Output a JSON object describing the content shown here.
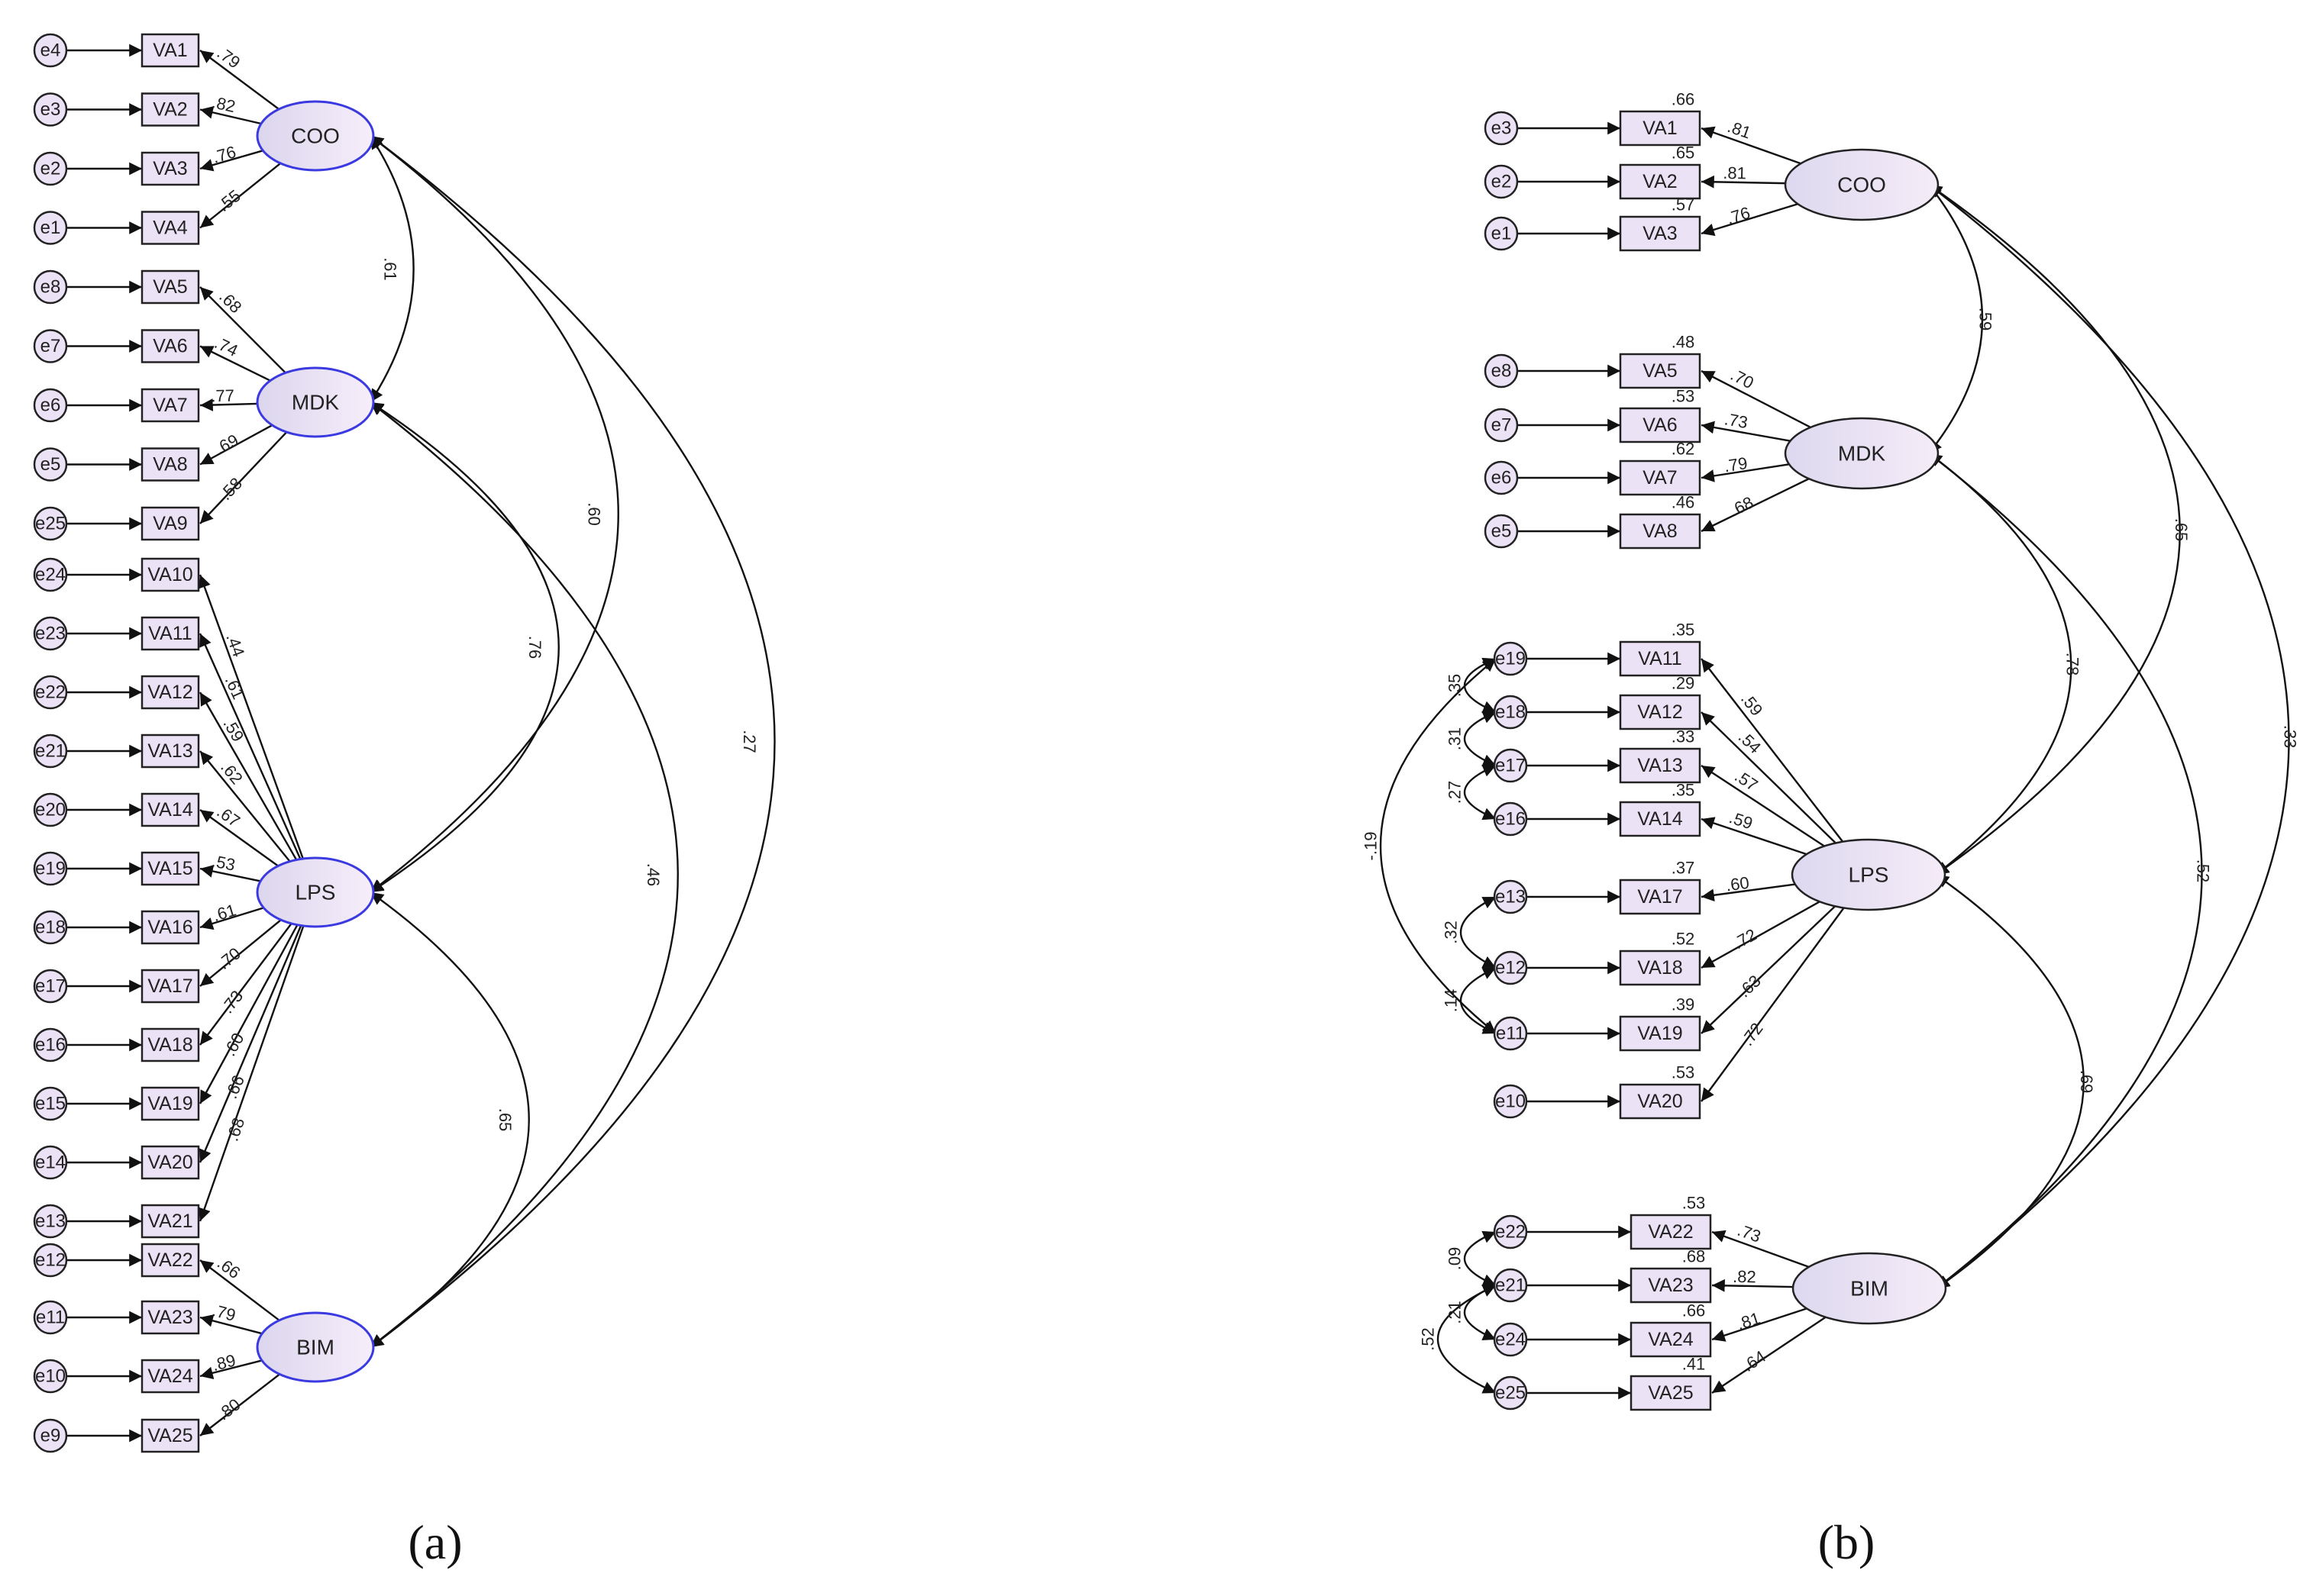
{
  "captions": {
    "a": "(a)",
    "b": "(b)"
  },
  "colors": {
    "fill": "#ece2f5",
    "latent_outline_a": "#3a3ae0",
    "line": "#111111"
  },
  "model_a": {
    "latents": [
      {
        "id": "COO",
        "label": "COO",
        "indicators": [
          {
            "name": "VA1",
            "error": "e4",
            "loading": ".79"
          },
          {
            "name": "VA2",
            "error": "e3",
            "loading": ".82"
          },
          {
            "name": "VA3",
            "error": "e2",
            "loading": ".76"
          },
          {
            "name": "VA4",
            "error": "e1",
            "loading": ".55"
          }
        ]
      },
      {
        "id": "MDK",
        "label": "MDK",
        "indicators": [
          {
            "name": "VA5",
            "error": "e8",
            "loading": ".68"
          },
          {
            "name": "VA6",
            "error": "e7",
            "loading": ".74"
          },
          {
            "name": "VA7",
            "error": "e6",
            "loading": ".77"
          },
          {
            "name": "VA8",
            "error": "e5",
            "loading": ".69"
          },
          {
            "name": "VA9",
            "error": "e25",
            "loading": ".58"
          }
        ]
      },
      {
        "id": "LPS",
        "label": "LPS",
        "indicators": [
          {
            "name": "VA10",
            "error": "e24",
            "loading": ".44"
          },
          {
            "name": "VA11",
            "error": "e23",
            "loading": ".61"
          },
          {
            "name": "VA12",
            "error": "e22",
            "loading": ".59"
          },
          {
            "name": "VA13",
            "error": "e21",
            "loading": ".62"
          },
          {
            "name": "VA14",
            "error": "e20",
            "loading": ".67"
          },
          {
            "name": "VA15",
            "error": "e19",
            "loading": ".53"
          },
          {
            "name": "VA16",
            "error": "e18",
            "loading": ".61"
          },
          {
            "name": "VA17",
            "error": "e17",
            "loading": ".70"
          },
          {
            "name": "VA18",
            "error": "e16",
            "loading": ".73"
          },
          {
            "name": "VA19",
            "error": "e15",
            "loading": ".60"
          },
          {
            "name": "VA20",
            "error": "e14",
            "loading": ".66"
          },
          {
            "name": "VA21",
            "error": "e13",
            "loading": ".68"
          }
        ]
      },
      {
        "id": "BIM",
        "label": "BIM",
        "indicators": [
          {
            "name": "VA22",
            "error": "e12",
            "loading": ".66"
          },
          {
            "name": "VA23",
            "error": "e11",
            "loading": ".79"
          },
          {
            "name": "VA24",
            "error": "e10",
            "loading": ".89"
          },
          {
            "name": "VA25",
            "error": "e9",
            "loading": ".80"
          }
        ]
      }
    ],
    "covariances": [
      {
        "from": "COO",
        "to": "MDK",
        "value": ".61"
      },
      {
        "from": "COO",
        "to": "LPS",
        "value": ".60"
      },
      {
        "from": "COO",
        "to": "BIM",
        "value": ".27"
      },
      {
        "from": "MDK",
        "to": "LPS",
        "value": ".76"
      },
      {
        "from": "MDK",
        "to": "BIM",
        "value": ".46"
      },
      {
        "from": "LPS",
        "to": "BIM",
        "value": ".65"
      }
    ]
  },
  "model_b": {
    "latents": [
      {
        "id": "COO",
        "label": "COO",
        "indicators": [
          {
            "name": "VA1",
            "error": "e3",
            "loading": ".81",
            "r2": ".66"
          },
          {
            "name": "VA2",
            "error": "e2",
            "loading": ".81",
            "r2": ".65"
          },
          {
            "name": "VA3",
            "error": "e1",
            "loading": ".76",
            "r2": ".57"
          }
        ]
      },
      {
        "id": "MDK",
        "label": "MDK",
        "indicators": [
          {
            "name": "VA5",
            "error": "e8",
            "loading": ".70",
            "r2": ".48"
          },
          {
            "name": "VA6",
            "error": "e7",
            "loading": ".73",
            "r2": ".53"
          },
          {
            "name": "VA7",
            "error": "e6",
            "loading": ".79",
            "r2": ".62"
          },
          {
            "name": "VA8",
            "error": "e5",
            "loading": ".68",
            "r2": ".46"
          }
        ]
      },
      {
        "id": "LPS",
        "label": "LPS",
        "indicators": [
          {
            "name": "VA11",
            "error": "e19",
            "loading": ".59",
            "r2": ".35"
          },
          {
            "name": "VA12",
            "error": "e18",
            "loading": ".54",
            "r2": ".29"
          },
          {
            "name": "VA13",
            "error": "e17",
            "loading": ".57",
            "r2": ".33"
          },
          {
            "name": "VA14",
            "error": "e16",
            "loading": ".59",
            "r2": ".35"
          },
          {
            "name": "VA17",
            "error": "e13",
            "loading": ".60",
            "r2": ".37"
          },
          {
            "name": "VA18",
            "error": "e12",
            "loading": ".72",
            "r2": ".52"
          },
          {
            "name": "VA19",
            "error": "e11",
            "loading": ".63",
            "r2": ".39"
          },
          {
            "name": "VA20",
            "error": "e10",
            "loading": ".72",
            "r2": ".53"
          }
        ]
      },
      {
        "id": "BIM",
        "label": "BIM",
        "indicators": [
          {
            "name": "VA22",
            "error": "e22",
            "loading": ".73",
            "r2": ".53"
          },
          {
            "name": "VA23",
            "error": "e21",
            "loading": ".82",
            "r2": ".68"
          },
          {
            "name": "VA24",
            "error": "e24",
            "loading": ".81",
            "r2": ".66"
          },
          {
            "name": "VA25",
            "error": "e25",
            "loading": ".64",
            "r2": ".41"
          }
        ]
      }
    ],
    "covariances": [
      {
        "from": "COO",
        "to": "MDK",
        "value": ".59"
      },
      {
        "from": "COO",
        "to": "LPS",
        "value": ".65"
      },
      {
        "from": "COO",
        "to": "BIM",
        "value": ".33"
      },
      {
        "from": "MDK",
        "to": "LPS",
        "value": ".78"
      },
      {
        "from": "MDK",
        "to": "BIM",
        "value": ".52"
      },
      {
        "from": "LPS",
        "to": "BIM",
        "value": ".69"
      }
    ],
    "error_covariances": [
      {
        "from": "e19",
        "to": "e18",
        "value": ".35"
      },
      {
        "from": "e18",
        "to": "e17",
        "value": ".31"
      },
      {
        "from": "e17",
        "to": "e16",
        "value": ".27"
      },
      {
        "from": "e19",
        "to": "e11",
        "value": "-.19"
      },
      {
        "from": "e13",
        "to": "e12",
        "value": ".32"
      },
      {
        "from": "e12",
        "to": "e11",
        "value": ".14"
      },
      {
        "from": "e22",
        "to": "e21",
        "value": ".09"
      },
      {
        "from": "e21",
        "to": "e24",
        "value": ".21"
      },
      {
        "from": "e21",
        "to": "e25",
        "value": ".52"
      }
    ]
  }
}
